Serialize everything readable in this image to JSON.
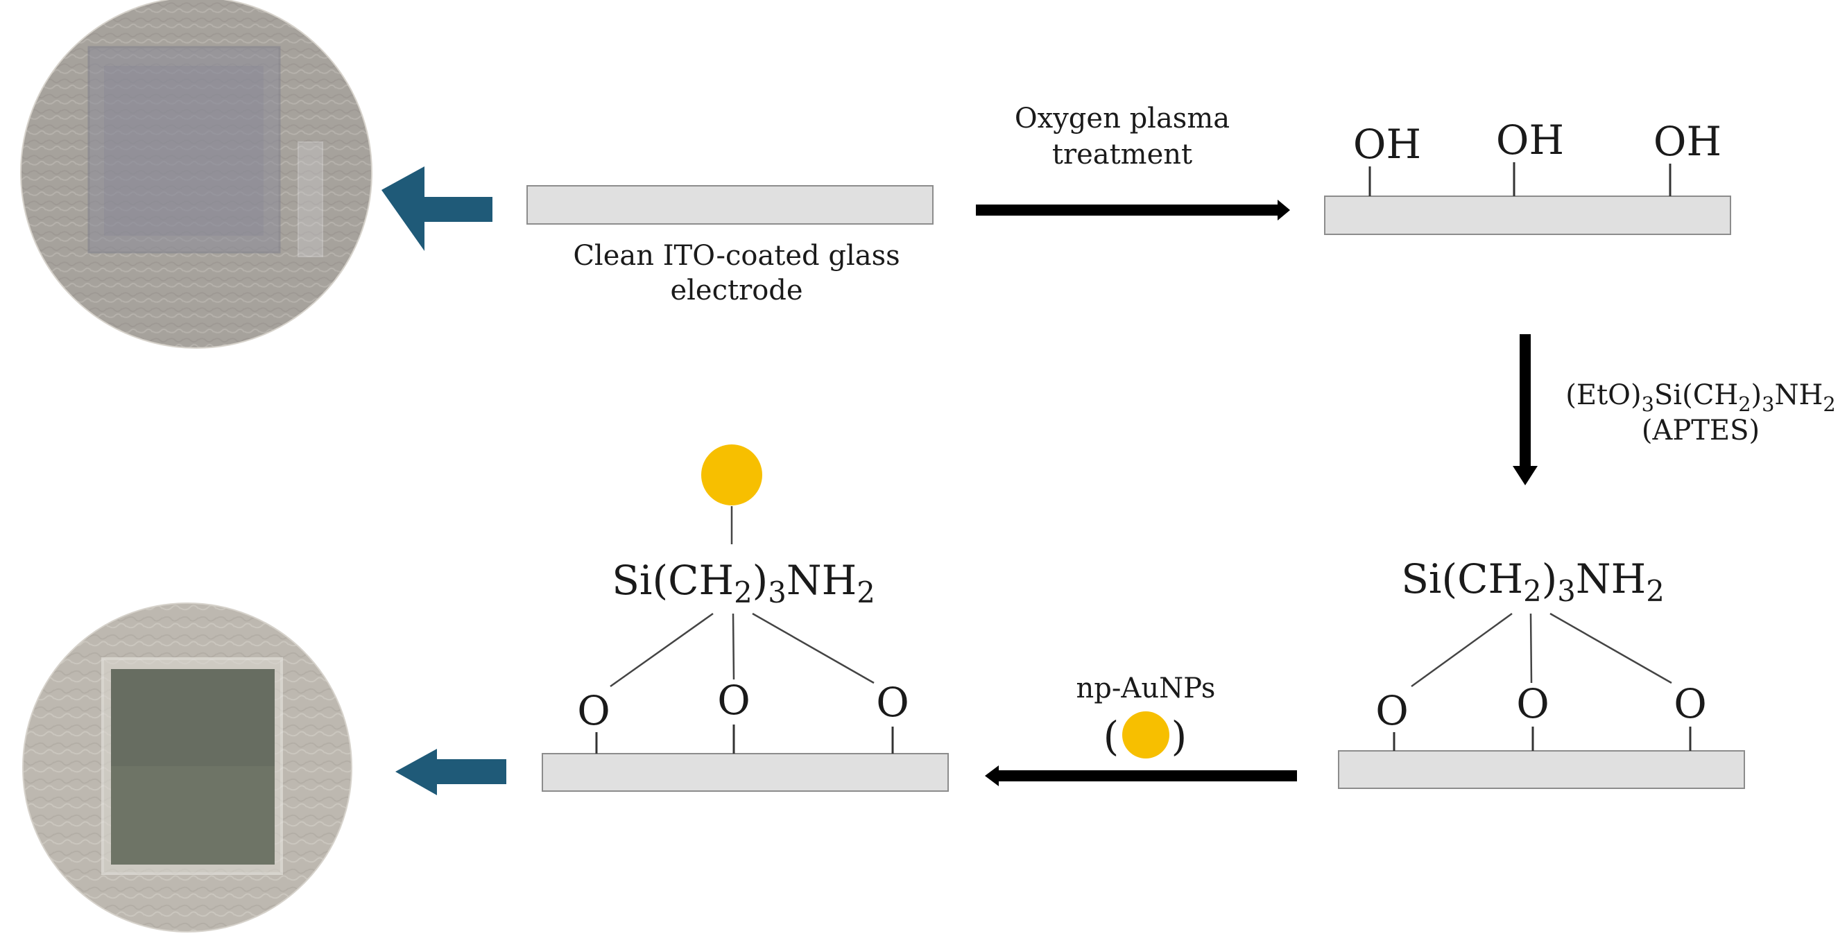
{
  "labels": {
    "oxygen_plasma_line1": "Oxygen plasma",
    "oxygen_plasma_line2": "treatment",
    "clean_ito_line1": "Clean ITO-coated glass",
    "clean_ito_line2": "electrode",
    "aptes_formula_parts": [
      "(EtO)",
      "3",
      "Si(CH",
      "2",
      ")",
      "3",
      "NH",
      "2"
    ],
    "aptes_name": "(APTES)",
    "np_aunps": "np-AuNPs",
    "paren_open": "(",
    "paren_close": ")"
  },
  "groups": {
    "hydroxyl": [
      "OH",
      "OH",
      "OH"
    ],
    "oxygen_right": [
      "O",
      "O",
      "O"
    ],
    "oxygen_left": [
      "O",
      "O",
      "O"
    ],
    "silane_formula_parts": [
      "Si(CH",
      "2",
      ")",
      "3",
      "NH",
      "2"
    ]
  },
  "colors": {
    "substrate_fill": "#e0e0e0",
    "substrate_stroke": "#8c8c8c",
    "process_arrow": "#000000",
    "photo_arrow": "#1f5a78",
    "gold_nanoparticle": "#f7bf00",
    "photo_top_bg": "#a6a29c",
    "photo_bottom_bg": "#bdb8b0",
    "photo_bottom_square": "#6e7466"
  }
}
